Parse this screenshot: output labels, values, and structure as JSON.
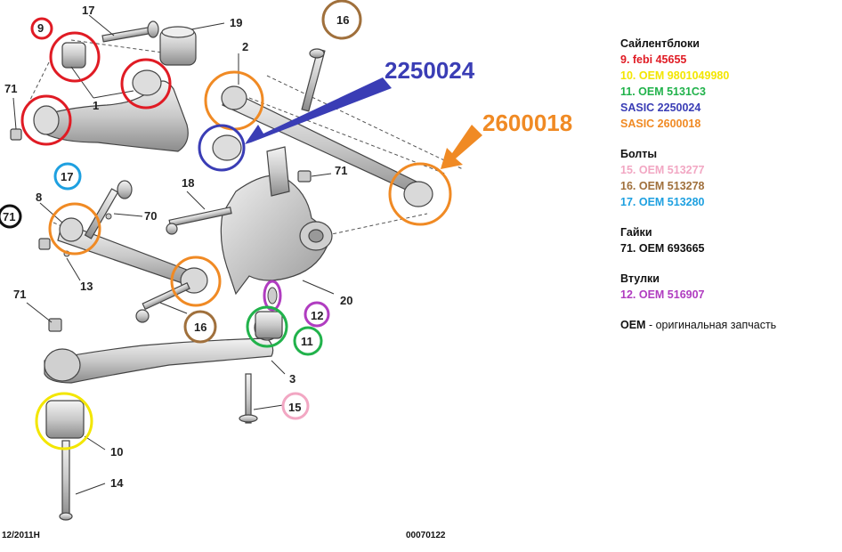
{
  "diagram": {
    "part_numbers": [
      "17",
      "19",
      "16",
      "2",
      "9",
      "71",
      "1",
      "18",
      "71",
      "17",
      "8",
      "70",
      "71",
      "13",
      "16",
      "12",
      "20",
      "71",
      "11",
      "3",
      "15",
      "10",
      "14"
    ],
    "callouts": {
      "blue": "2250024",
      "orange": "2600018"
    },
    "footer_left": "12/2011H",
    "footer_center": "00070122"
  },
  "legend": {
    "silentblocks_title": "Сайлентблоки",
    "silentblocks": [
      {
        "text": "9. febi 45655",
        "color": "#e01b24"
      },
      {
        "text": "10.  OEM 9801049980",
        "color": "#f3e600"
      },
      {
        "text": "11. OEM 5131C3",
        "color": "#21b24b"
      },
      {
        "text": "SASIC 2250024",
        "color": "#3a3db5"
      },
      {
        "text": "SASIC 2600018",
        "color": "#f08a24"
      }
    ],
    "bolts_title": "Болты",
    "bolts": [
      {
        "text": "15.  OEM 513277",
        "color": "#f2a7c3"
      },
      {
        "text": "16.  OEM 513278",
        "color": "#a0703c"
      },
      {
        "text": "17. OEM 513280",
        "color": "#1ea0e0"
      }
    ],
    "nuts_title": "Гайки",
    "nuts": [
      {
        "text": "71. OEM 693665",
        "color": "#111111"
      }
    ],
    "bushings_title": "Втулки",
    "bushings": [
      {
        "text": "12. OEM 516907",
        "color": "#b03cc0"
      }
    ],
    "note_bold": "OEM",
    "note_rest": " - оригинальная запчасть"
  },
  "colors": {
    "red": "#e01b24",
    "orange": "#f08a24",
    "blue": "#3a3db5",
    "green": "#21b24b",
    "yellow": "#f3e600",
    "pink": "#f2a7c3",
    "brown": "#a0703c",
    "cyan": "#1ea0e0",
    "purple": "#b03cc0",
    "black": "#111111"
  }
}
